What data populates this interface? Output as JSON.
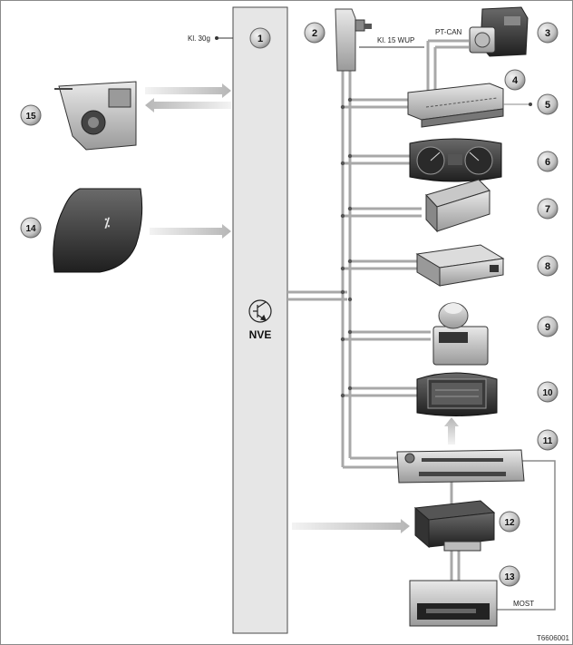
{
  "labels": {
    "kl30g": "Kl. 30g",
    "kl15wup": "Kl. 15 WUP",
    "ptcan": "PT-CAN",
    "nve": "NVE",
    "most": "MOST",
    "figure_id": "T6606001"
  },
  "callouts": [
    "1",
    "2",
    "3",
    "4",
    "5",
    "6",
    "7",
    "8",
    "9",
    "10",
    "11",
    "12",
    "13",
    "14",
    "15"
  ],
  "icons": {
    "transistor": "transistor-icon",
    "brake_switch": "brake-switch-icon",
    "abs_unit": "abs-hydraulic-unit-icon",
    "steering_lock": "steering-column-lock-icon",
    "switch": "switch-button-icon",
    "control_module": "control-module-icon",
    "instrument_cluster": "instrument-cluster-icon",
    "controller": "idrive-controller-icon",
    "display": "central-display-icon",
    "radio": "radio-cd-unit-icon",
    "box": "electronics-box-icon",
    "cd_changer": "cd-changer-icon"
  },
  "colors": {
    "background": "#ffffff",
    "frame": "#8a8a8a",
    "bus_bar": "#e6e6e6",
    "wire": "#a8a8a8",
    "callout_fill": "#cfcfcf",
    "device_dark": "#4a4a4a"
  }
}
